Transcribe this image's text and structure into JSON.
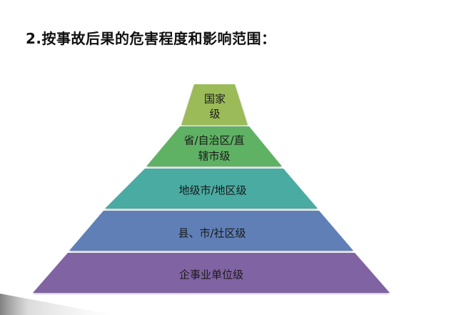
{
  "title": "2.按事故后果的危害程度和影响范围：",
  "tiers": [
    {
      "lines": [
        "国家",
        "级"
      ],
      "color": "#9bbb59"
    },
    {
      "lines": [
        "省/自治区/直",
        "辖市级"
      ],
      "color": "#5eb163"
    },
    {
      "lines": [
        "地级市/地区级"
      ],
      "color": "#4aaba2"
    },
    {
      "lines": [
        "县、市/社区级"
      ],
      "color": "#5e7fb6"
    },
    {
      "lines": [
        "企事业单位级"
      ],
      "color": "#8064a2"
    }
  ]
}
